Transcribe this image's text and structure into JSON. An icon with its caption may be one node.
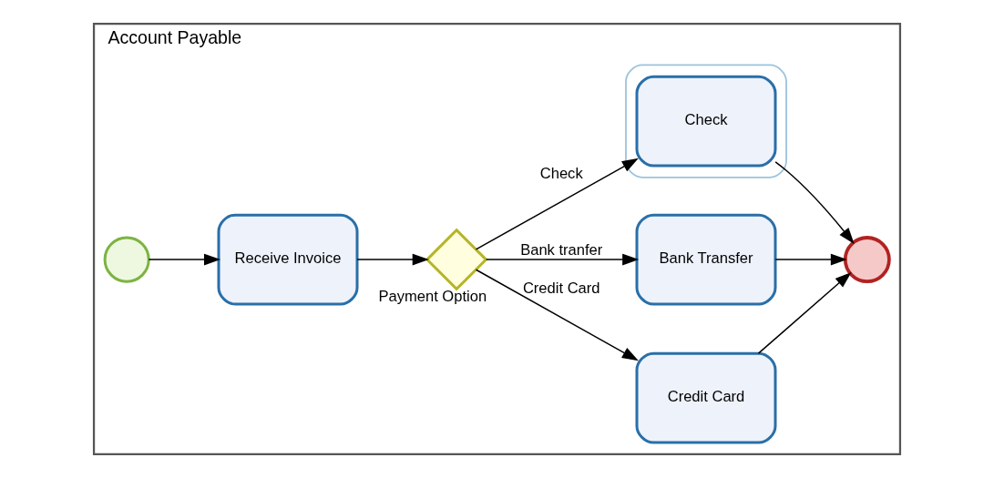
{
  "diagram": {
    "nodes": [
      {
        "text": [
          "Account Payable"
        ]
      },
      {
        "text": [],
        "shape": "circle",
        "in": 0
      },
      {
        "text": [
          "Receive Invoice"
        ],
        "in": 0
      },
      {
        "text": [],
        "shape": "diamond",
        "in": 0,
        "beside": [
          "Payment Option"
        ]
      },
      {
        "text": [
          "Credit Card"
        ],
        "in": 0
      },
      {
        "text": [
          "Bank Transfer"
        ],
        "in": 0
      },
      {
        "text": [],
        "shape": "box",
        "in": 0
      },
      {
        "text": [
          "Check"
        ],
        "in": 6
      },
      {
        "text": [],
        "shape": "circle",
        "in": 0
      }
    ],
    "edges": [
      {
        "from": 1,
        "to": 2,
        "arrow": "to"
      },
      {
        "from": 2,
        "to": 3,
        "arrow": "to"
      },
      {
        "from": 3,
        "to": 4,
        "arrow": "to",
        "label": "Credit Card"
      },
      {
        "from": 3,
        "to": 5,
        "arrow": "to",
        "label": "Bank tranfer"
      },
      {
        "from": 3,
        "to": 7,
        "arrow": "to",
        "label": "Check"
      },
      {
        "from": 4,
        "to": 8,
        "arrow": "to"
      },
      {
        "from": 5,
        "to": 8,
        "arrow": "to"
      },
      {
        "from": 7,
        "to": 8,
        "arrow": "to"
      }
    ]
  }
}
